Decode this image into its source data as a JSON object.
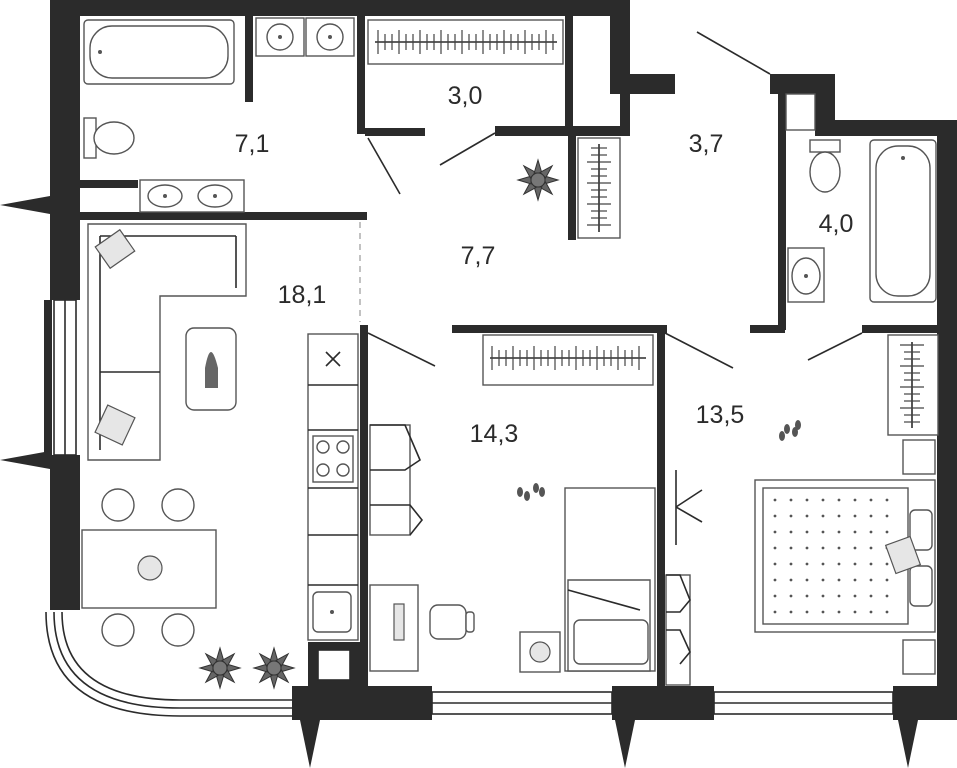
{
  "rooms": [
    {
      "area": "7,1"
    },
    {
      "area": "3,0"
    },
    {
      "area": "3,7"
    },
    {
      "area": "4,0"
    },
    {
      "area": "7,7"
    },
    {
      "area": "18,1"
    },
    {
      "area": "14,3"
    },
    {
      "area": "13,5"
    }
  ],
  "colors": {
    "wall": "#2b2b2b",
    "furniture_fill": "#e6e6e6",
    "background": "#ffffff"
  },
  "icons": [
    "bathtub-icon",
    "toilet-icon",
    "sink-icon",
    "sofa-icon",
    "plant-icon",
    "bed-icon",
    "desk-chair-icon",
    "stove-icon",
    "wardrobe-icon"
  ]
}
